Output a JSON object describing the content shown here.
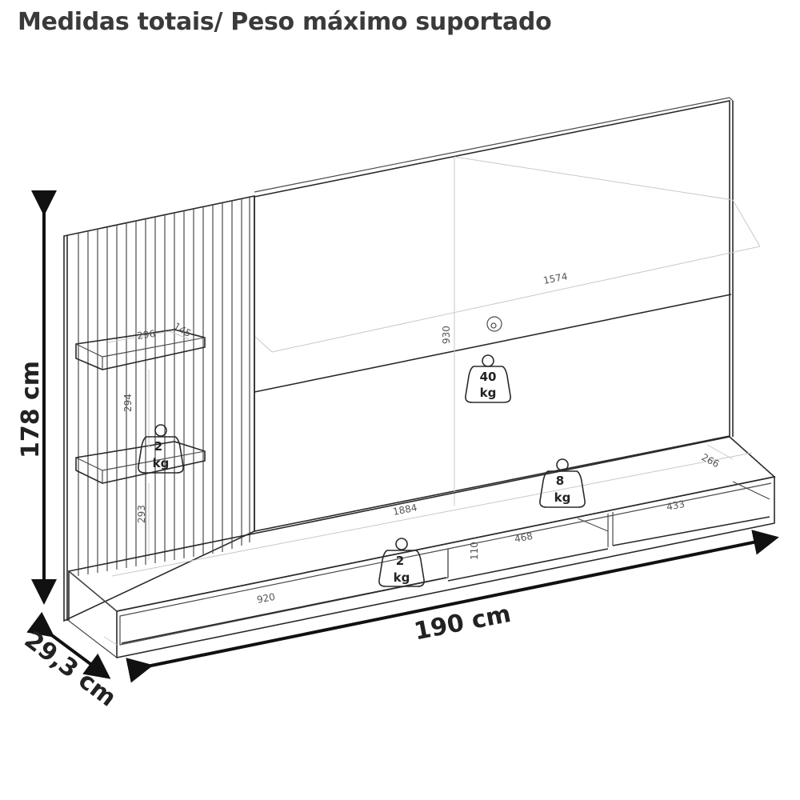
{
  "title": "Medidas totais/ Peso máximo suportado",
  "overall_dimensions": {
    "height": "178 cm",
    "width": "190 cm",
    "depth": "29,3 cm"
  },
  "measurements": {
    "panel_width": "1574",
    "panel_height": "930",
    "shelf_width": "296",
    "shelf_depth": "145",
    "shelf_gap_upper": "294",
    "shelf_gap_lower": "293",
    "rack_width": "1884",
    "drawer_width": "920",
    "niche_width": "468",
    "niche_height": "110",
    "right_niche_width": "433",
    "rack_depth": "266"
  },
  "weight_limits": {
    "panel_upper": {
      "value": "40",
      "unit": "kg"
    },
    "shelf": {
      "value": "2",
      "unit": "kg"
    },
    "rack_right": {
      "value": "8",
      "unit": "kg"
    },
    "rack_center": {
      "value": "2",
      "unit": "kg"
    }
  }
}
